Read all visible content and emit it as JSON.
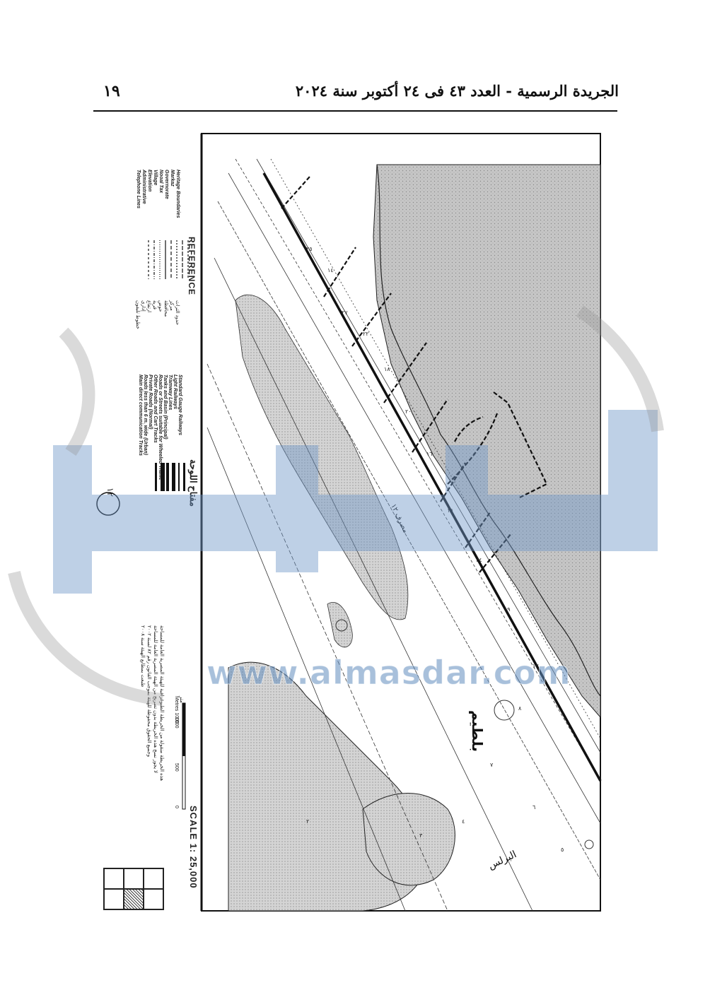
{
  "header": {
    "page_number": "١٩",
    "title": "الجريدة الرسمية - العدد ٤٣ فى ٢٤ أكتوبر سنة ٢٠٢٤"
  },
  "map": {
    "legend": {
      "title": "REFERENCE",
      "items_left": [
        {
          "en": "Heritage Boundaries",
          "ar": "حدود التراث"
        },
        {
          "en": "Markaz",
          "ar": "مركز"
        },
        {
          "en": "Governorate",
          "ar": "محافظة"
        },
        {
          "en": "Nooal Tax",
          "ar": "حوض"
        },
        {
          "en": "Village",
          "ar": "قرية"
        },
        {
          "en": "Elevation",
          "ar": "ارتفاع"
        },
        {
          "en": "Administrative",
          "ar": "إدارى"
        },
        {
          "en": "Telephone Lines",
          "ar": "خطوط تليفون"
        }
      ],
      "items_right": [
        "Standard Gauge Railways",
        "Light Railways",
        "Tramway Lines",
        "Tanks and Basin (Principal)",
        "Roads or Streets suitable for Wheeled Traffic",
        "Other Roads and Cart Tracks",
        "Private Roads (Normal)",
        "Roads less than 6 m. wide (Urban)",
        "Main direct communication Tracks"
      ],
      "arabic_heading": "مفتاح اللوحة",
      "sheet_id": "١٢"
    },
    "scale": {
      "title": "SCALE 1: 25,000",
      "metres_label": "Metres 1000",
      "ticks": [
        "0",
        "500",
        "1000"
      ],
      "ar_unit": "متر"
    },
    "notes_ar": [
      "هذه الخريطة منقولة من الخريطة الطبوغرافية للهيئة المصرية العامة للمساحة",
      "لا يجوز نسخ هذه الخريطة بدون تصريح من الهيئة المصرية العامة للمساحة",
      "وجميع الحقوق محفوظة للهيئة بموجب القانون رقم ٨٢ لسنة ٢٠٠٢",
      "طبعت بمطابع الهيئة سنة ٢٠٠٨"
    ],
    "place_labels": [
      "بلطيم",
      "البرلس",
      "مصرف ١٢"
    ],
    "watermark": "www.almasdar.com"
  },
  "colors": {
    "sea": "#bdbdbd",
    "line": "#111111",
    "watermark": "#6a96c8"
  }
}
